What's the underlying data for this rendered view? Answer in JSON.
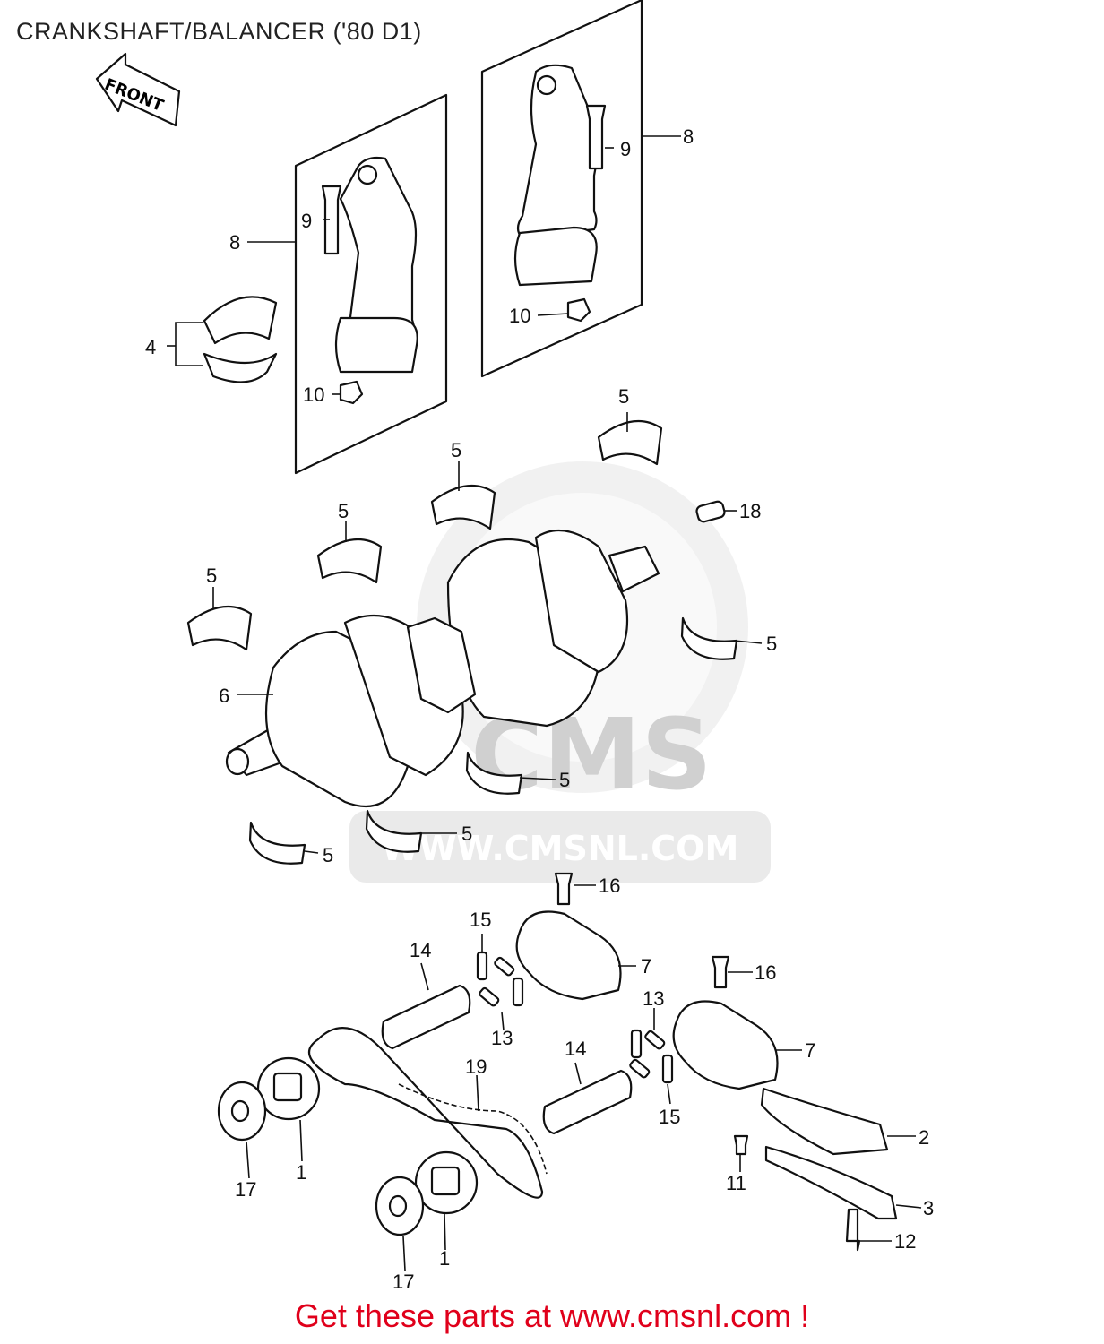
{
  "header": {
    "title": "CRANKSHAFT/BALANCER ('80 D1)"
  },
  "diagram": {
    "front_arrow": "FRONT",
    "watermark": {
      "logo": "CMS",
      "url": "WWW.CMSNL.COM"
    },
    "labels": {
      "l1a": "1",
      "l1b": "1",
      "l2": "2",
      "l3": "3",
      "l4": "4",
      "l5a": "5",
      "l5b": "5",
      "l5c": "5",
      "l5d": "5",
      "l5e": "5",
      "l5f": "5",
      "l5g": "5",
      "l5h": "5",
      "l6": "6",
      "l7a": "7",
      "l7b": "7",
      "l8a": "8",
      "l8b": "8",
      "l9a": "9",
      "l9b": "9",
      "l10a": "10",
      "l10b": "10",
      "l11": "11",
      "l12": "12",
      "l13a": "13",
      "l13b": "13",
      "l14a": "14",
      "l14b": "14",
      "l15a": "15",
      "l15b": "15",
      "l16a": "16",
      "l16b": "16",
      "l17a": "17",
      "l17b": "17",
      "l18": "18",
      "l19": "19"
    }
  },
  "footer": {
    "cta": "Get these parts at www.cmsnl.com !"
  }
}
